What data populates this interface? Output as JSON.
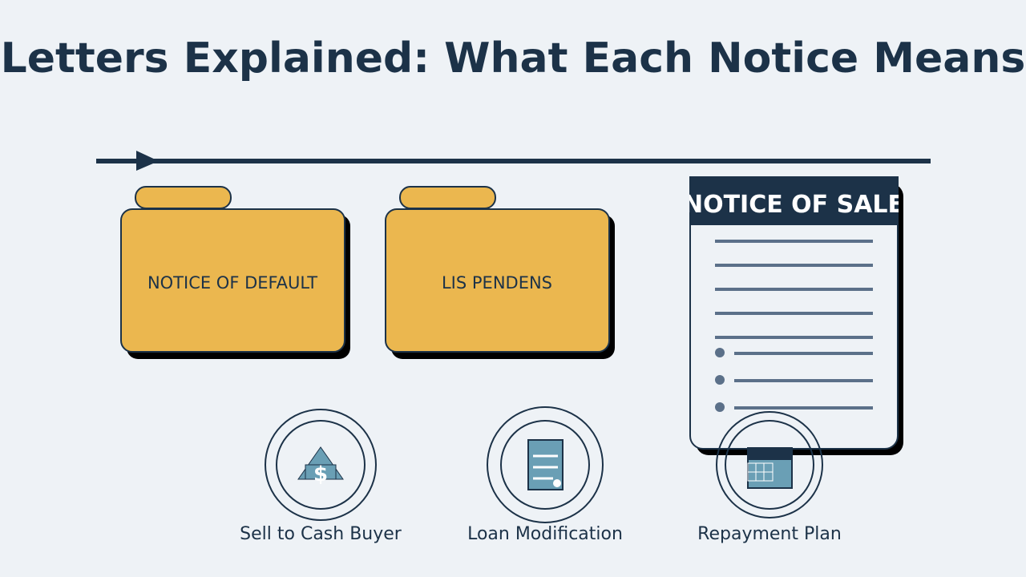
{
  "title": "Letters Explained: What Each Notice Means",
  "notices": [
    {
      "label": "NOTICE OF DEFAULT"
    },
    {
      "label": "LIS PENDENS"
    },
    {
      "label": "NOTICE OF SALE"
    }
  ],
  "options": [
    {
      "label": "Sell to Cash Buyer",
      "icon": "house-dollar-icon"
    },
    {
      "label": "Loan Modification",
      "icon": "document-icon"
    },
    {
      "label": "Repayment Plan",
      "icon": "calendar-icon"
    }
  ],
  "colors": {
    "background": "#eef2f6",
    "navy": "#1c3248",
    "folder": "#ebb74f",
    "slate": "#5b7089",
    "teal": "#6a9fb5"
  }
}
